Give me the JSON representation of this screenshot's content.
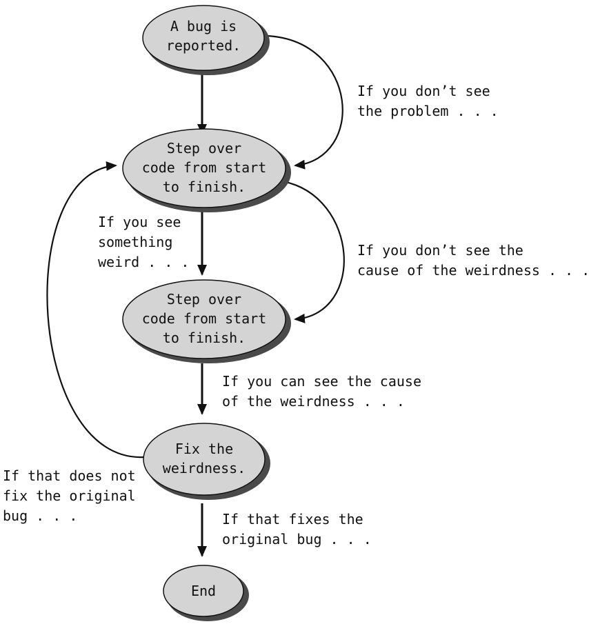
{
  "diagram": {
    "type": "flowchart",
    "colors": {
      "node_fill": "#d4d4d4",
      "node_stroke": "#111111",
      "shadow": "#4a4a4a",
      "edge": "#111111"
    },
    "nodes": [
      {
        "id": "reported",
        "lines": [
          "A bug is",
          "reported."
        ]
      },
      {
        "id": "step1",
        "lines": [
          "Step over",
          "code from start",
          "to finish."
        ]
      },
      {
        "id": "step2",
        "lines": [
          "Step over",
          "code from start",
          "to finish."
        ]
      },
      {
        "id": "fix",
        "lines": [
          "Fix the",
          "weirdness."
        ]
      },
      {
        "id": "end",
        "lines": [
          "End"
        ]
      }
    ],
    "edges": [
      {
        "from": "reported",
        "to": "step1",
        "label": []
      },
      {
        "from": "reported",
        "to": "step1",
        "label": [
          "If you don’t see",
          "the problem . . ."
        ]
      },
      {
        "from": "step1",
        "to": "step2",
        "label": [
          "If you see",
          "something",
          "weird . . ."
        ]
      },
      {
        "from": "step1",
        "to": "step2",
        "label": [
          "If you don’t see the",
          "cause of the weirdness . . ."
        ]
      },
      {
        "from": "step2",
        "to": "fix",
        "label": [
          "If you can see the cause",
          "of the weirdness . . ."
        ]
      },
      {
        "from": "fix",
        "to": "step1",
        "label": [
          "If that does not",
          "fix the original",
          "bug . . ."
        ]
      },
      {
        "from": "fix",
        "to": "end",
        "label": [
          "If that fixes the",
          "original bug . . ."
        ]
      }
    ]
  }
}
